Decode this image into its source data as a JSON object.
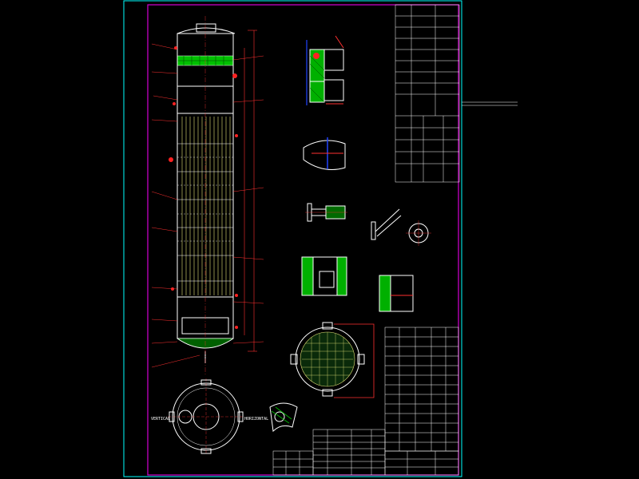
{
  "drawing": {
    "theme": {
      "background": "#000000",
      "frame": "#d400d4",
      "outline": "#00ffff",
      "shell": "#ffffff",
      "tube_fill": "#e6e67a",
      "packing": "#00c000",
      "dimension": "#ff3030",
      "hatch": "#00b000",
      "nozzle": "#ff2222",
      "text": "#ffffff",
      "blue": "#2244ff"
    },
    "side_labels": {
      "left": "VERTICAL",
      "right": "HORIZONTAL"
    },
    "details": [
      {
        "id": "detail-top-flange"
      },
      {
        "id": "detail-weld-joint"
      },
      {
        "id": "detail-nozzle-a"
      },
      {
        "id": "detail-nozzle-b"
      },
      {
        "id": "detail-support-left"
      },
      {
        "id": "detail-support-right"
      },
      {
        "id": "detail-tubesheet-plan"
      },
      {
        "id": "detail-small-section"
      },
      {
        "id": "detail-base-plan"
      }
    ],
    "tables": [
      {
        "id": "design-data-table"
      },
      {
        "id": "technical-requirements-table"
      },
      {
        "id": "nozzle-schedule-table"
      },
      {
        "id": "parts-list-table"
      },
      {
        "id": "title-block"
      }
    ]
  }
}
